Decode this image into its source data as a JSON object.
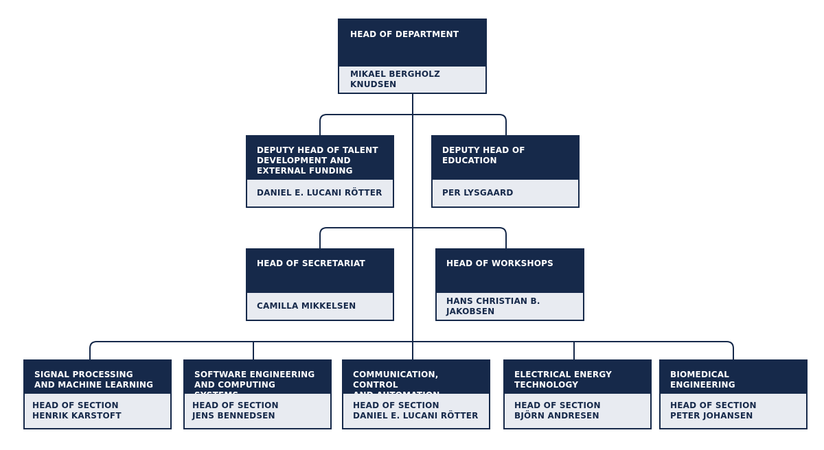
{
  "colors": {
    "navy": "#16294a",
    "light": "#e8ebf1",
    "line": "#16294a"
  },
  "org": {
    "head": {
      "title": "HEAD OF DEPARTMENT",
      "name": "MIKAEL BERGHOLZ KNUDSEN"
    },
    "deputy_talent": {
      "title": "DEPUTY HEAD OF TALENT\nDEVELOPMENT AND\nEXTERNAL FUNDING",
      "name": "DANIEL E. LUCANI RÖTTER"
    },
    "deputy_education": {
      "title": "DEPUTY HEAD OF\nEDUCATION",
      "name": "PER LYSGAARD"
    },
    "secretariat": {
      "title": "HEAD OF SECRETARIAT",
      "name": "CAMILLA MIKKELSEN"
    },
    "workshops": {
      "title": "HEAD OF WORKSHOPS",
      "name": "HANS CHRISTIAN B. JAKOBSEN"
    },
    "sections": [
      {
        "title": "SIGNAL PROCESSING\nAND MACHINE LEARNING",
        "name": "HEAD OF SECTION\nHENRIK KARSTOFT"
      },
      {
        "title": "SOFTWARE ENGINEERING\nAND COMPUTING SYSTEMS",
        "name": "HEAD OF SECTION\nJENS BENNEDSEN"
      },
      {
        "title": "COMMUNICATION, CONTROL\nAND AUTOMATION",
        "name": "HEAD OF SECTION\nDANIEL E. LUCANI RÖTTER"
      },
      {
        "title": "ELECTRICAL ENERGY\nTECHNOLOGY",
        "name": "HEAD OF SECTION\nBJÖRN ANDRESEN"
      },
      {
        "title": "BIOMEDICAL ENGINEERING",
        "name": "HEAD OF SECTION\nPETER JOHANSEN"
      }
    ]
  }
}
